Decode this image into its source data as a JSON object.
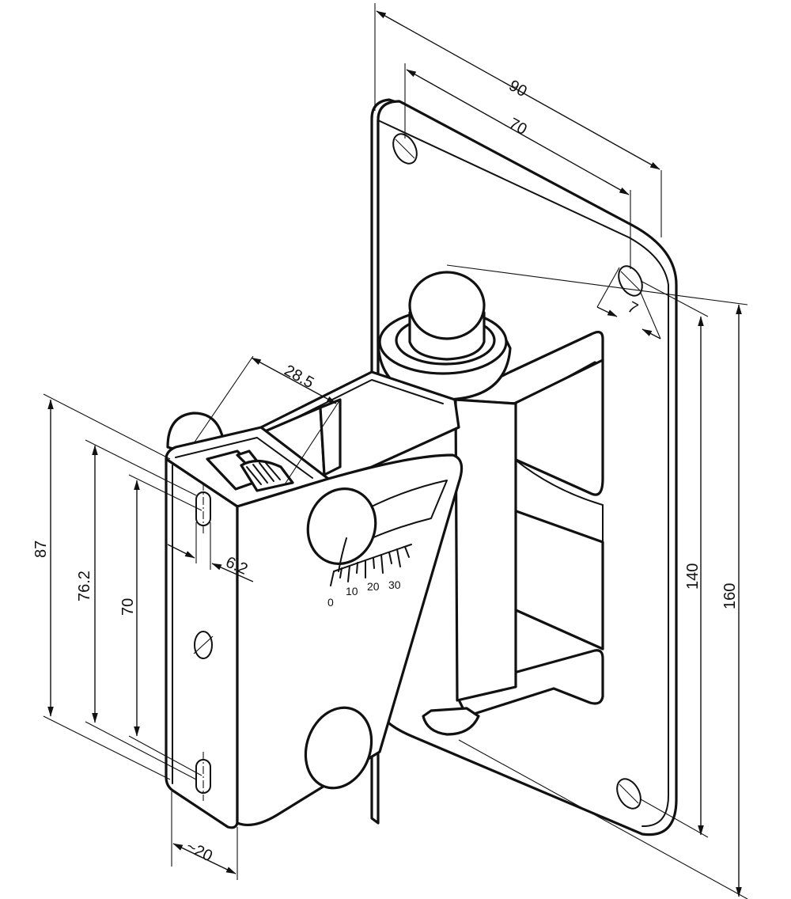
{
  "colors": {
    "line": "#111111",
    "background": "#ffffff"
  },
  "dimensions": {
    "plate_width": "90",
    "hole_spacing_width": "70",
    "hole_diameter": "7",
    "plate_hole_spacing_height": "140",
    "plate_height": "160",
    "arm_width": "28.5",
    "bracket_height": "87",
    "bracket_slot_span": "76.2",
    "bracket_hole_spacing": "70",
    "bracket_slot_width": "6.2",
    "bracket_depth": "~20"
  },
  "angle_scale": {
    "labels": [
      "0",
      "10",
      "20",
      "30"
    ]
  }
}
